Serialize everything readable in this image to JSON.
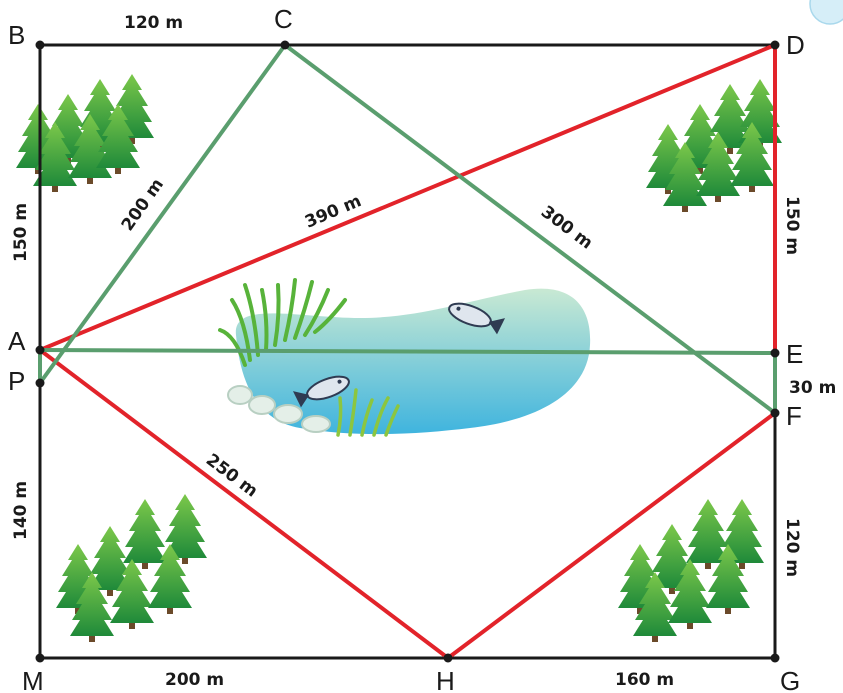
{
  "points": {
    "A": "A",
    "B": "B",
    "C": "C",
    "D": "D",
    "E": "E",
    "F": "F",
    "G": "G",
    "H": "H",
    "M": "M",
    "P": "P"
  },
  "measurements": {
    "BC": "120 m",
    "AC": "200 m",
    "AD": "390 m",
    "CF": "300 m",
    "AB": "150 m",
    "DE": "150 m",
    "EF": "30 m",
    "PM": "140 m",
    "AH": "250 m",
    "FG": "120 m",
    "MH": "200 m",
    "HG": "160 m"
  },
  "colors": {
    "boundary": "#1a1a1a",
    "red_path": "#e2232a",
    "green_path": "#5a9e6e",
    "pond_top": "#bfe3cf",
    "pond_bottom": "#4fb8dc",
    "tree": "#3aa23e"
  }
}
